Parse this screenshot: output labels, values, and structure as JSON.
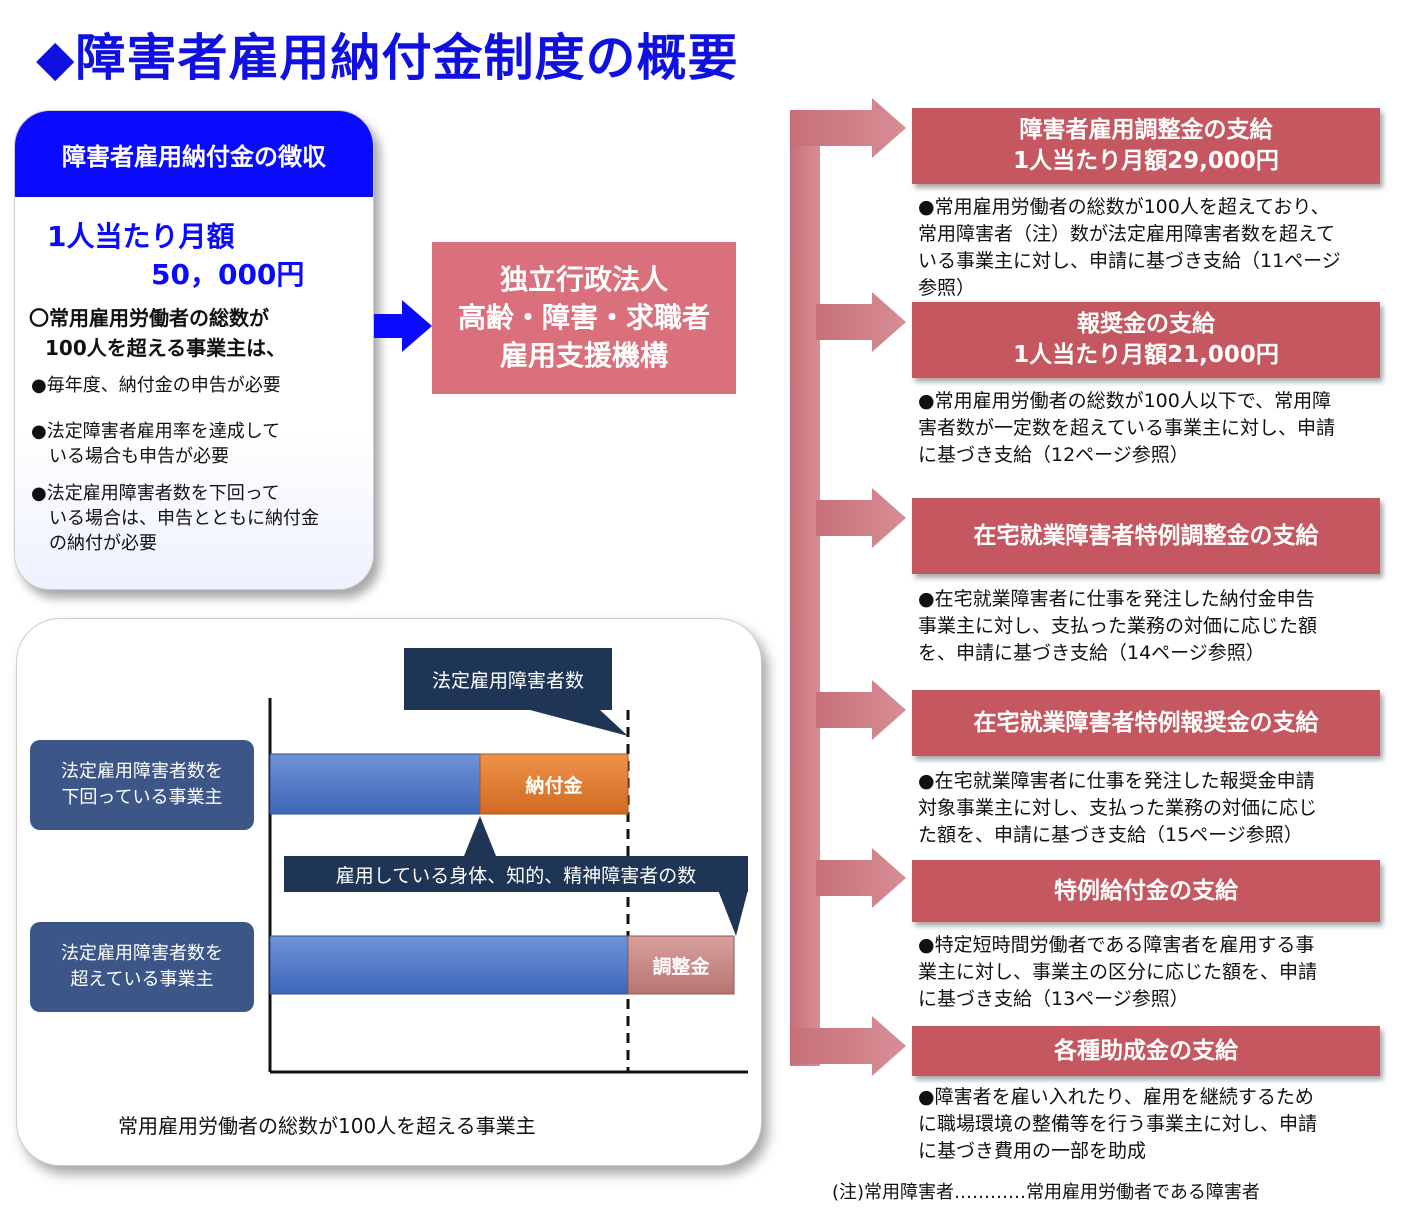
{
  "page_title": "◆障害者雇用納付金制度の概要",
  "collection": {
    "header": "障害者雇用納付金の徴収",
    "monthly_label": "1人当たり月額",
    "monthly_amount": "50，000円",
    "condition_line1": "〇常用雇用労働者の総数が",
    "condition_line2": "100人を超える事業主は、",
    "bullets": [
      [
        "●毎年度、納付金の申告が必要"
      ],
      [
        "●法定障害者雇用率を達成して",
        "　いる場合も申告が必要"
      ],
      [
        "●法定雇用障害者数を下回って",
        "　いる場合は、申告とともに納付金",
        "　の納付が必要"
      ]
    ]
  },
  "organization": [
    "独立行政法人",
    "高齢・障害・求職者",
    "雇用支援機構"
  ],
  "benefits": [
    {
      "title": [
        "障害者雇用調整金の支給",
        "1人当たり月額29,000円"
      ],
      "desc": [
        "●常用雇用労働者の総数が100人を超えており、",
        "常用障害者（注）数が法定雇用障害者数を超えて",
        "いる事業主に対し、申請に基づき支給（11ページ",
        "参照）"
      ]
    },
    {
      "title": [
        "報奨金の支給",
        "1人当たり月額21,000円"
      ],
      "desc": [
        "●常用雇用労働者の総数が100人以下で、常用障",
        "害者数が一定数を超えている事業主に対し、申請",
        "に基づき支給（12ページ参照）"
      ]
    },
    {
      "title": [
        "在宅就業障害者特例調整金の支給"
      ],
      "desc": [
        "●在宅就業障害者に仕事を発注した納付金申告",
        "事業主に対し、支払った業務の対価に応じた額",
        "を、申請に基づき支給（14ページ参照）"
      ]
    },
    {
      "title": [
        "在宅就業障害者特例報奨金の支給"
      ],
      "desc": [
        "●在宅就業障害者に仕事を発注した報奨金申請",
        "対象事業主に対し、支払った業務の対価に応じ",
        "た額を、申請に基づき支給（15ページ参照）"
      ]
    },
    {
      "title": [
        "特例給付金の支給"
      ],
      "desc": [
        "●特定短時間労働者である障害者を雇用する事",
        "業主に対し、事業主の区分に応じた額を、申請",
        "に基づき支給（13ページ参照）"
      ]
    },
    {
      "title": [
        "各種助成金の支給"
      ],
      "desc": [
        "●障害者を雇い入れたり、雇用を継続するため",
        "に職場環境の整備等を行う事業主に対し、申請",
        "に基づき費用の一部を助成"
      ]
    }
  ],
  "chart": {
    "legal_count_callout": "法定雇用障害者数",
    "employed_callout": "雇用している身体、知的、精神障害者の数",
    "row1_category": [
      "法定雇用障害者数を",
      "下回っている事業主"
    ],
    "row1_segment": "納付金",
    "row2_category": [
      "法定雇用障害者数を",
      "超えている事業主"
    ],
    "row2_segment": "調整金",
    "caption": "常用雇用労働者の総数が100人を超える事業主"
  },
  "footnote": "(注)常用障害者…………常用雇用労働者である障害者",
  "colors": {
    "title_blue": "#1010e0",
    "header_blue": "#0a0aff",
    "org_pink": "#d9707b",
    "benefit_red": "#c4575f",
    "arrow_pink": "#c97a82",
    "category_navy": "#3c5688",
    "bar_blue": "#4a74c4",
    "bar_orange": "#e07a2e",
    "bar_rose": "#c98b88"
  }
}
